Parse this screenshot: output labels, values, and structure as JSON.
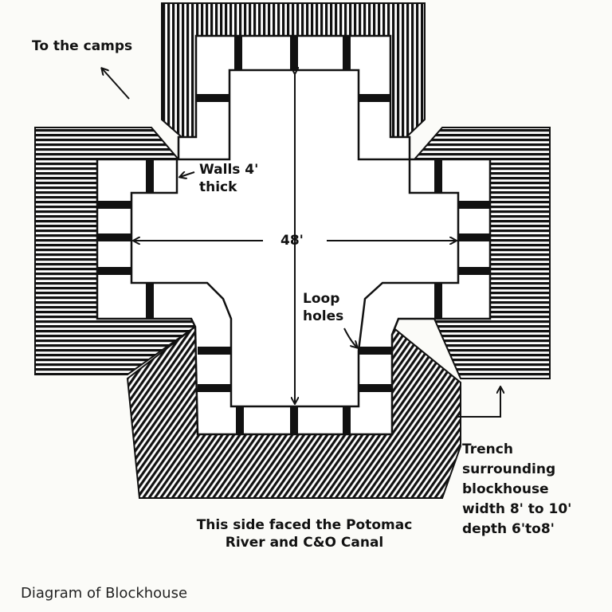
{
  "labels": {
    "to_camps": "To the camps",
    "walls": [
      "Walls 4'",
      "thick"
    ],
    "dimension": "48'",
    "loop_holes": [
      "Loop",
      "holes"
    ],
    "trench": [
      "Trench",
      "surrounding",
      "blockhouse",
      "width 8' to 10'",
      "depth 6'to8'"
    ],
    "river": [
      "This side faced the Potomac",
      "River and C&O Canal"
    ]
  },
  "caption": "Diagram of Blockhouse",
  "colors": {
    "ink": "#111111",
    "paper": "#fbfbf8"
  }
}
